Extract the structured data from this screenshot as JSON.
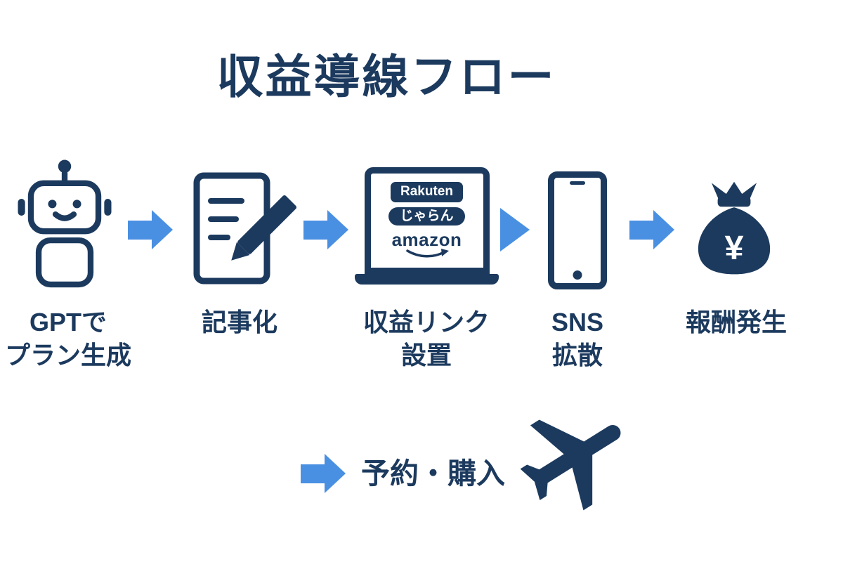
{
  "colors": {
    "navy": "#1c3a5e",
    "blue": "#4a90e2",
    "background": "#ffffff"
  },
  "title": "収益導線フロー",
  "steps": [
    {
      "id": "gpt",
      "icon": "robot-icon",
      "label": "GPTで\nプラン生成"
    },
    {
      "id": "article",
      "icon": "document-pencil-icon",
      "label": "記事化"
    },
    {
      "id": "links",
      "icon": "laptop-icon",
      "label": "収益リンク\n設置",
      "badges": [
        "Rakuten",
        "じゃらん",
        "amazon"
      ]
    },
    {
      "id": "sns",
      "icon": "smartphone-icon",
      "label": "SNS\n拡散"
    },
    {
      "id": "reward",
      "icon": "money-bag-icon",
      "label": "報酬発生",
      "currency": "¥"
    }
  ],
  "bottom": {
    "icon": "airplane-icon",
    "label": "予約・購入"
  }
}
